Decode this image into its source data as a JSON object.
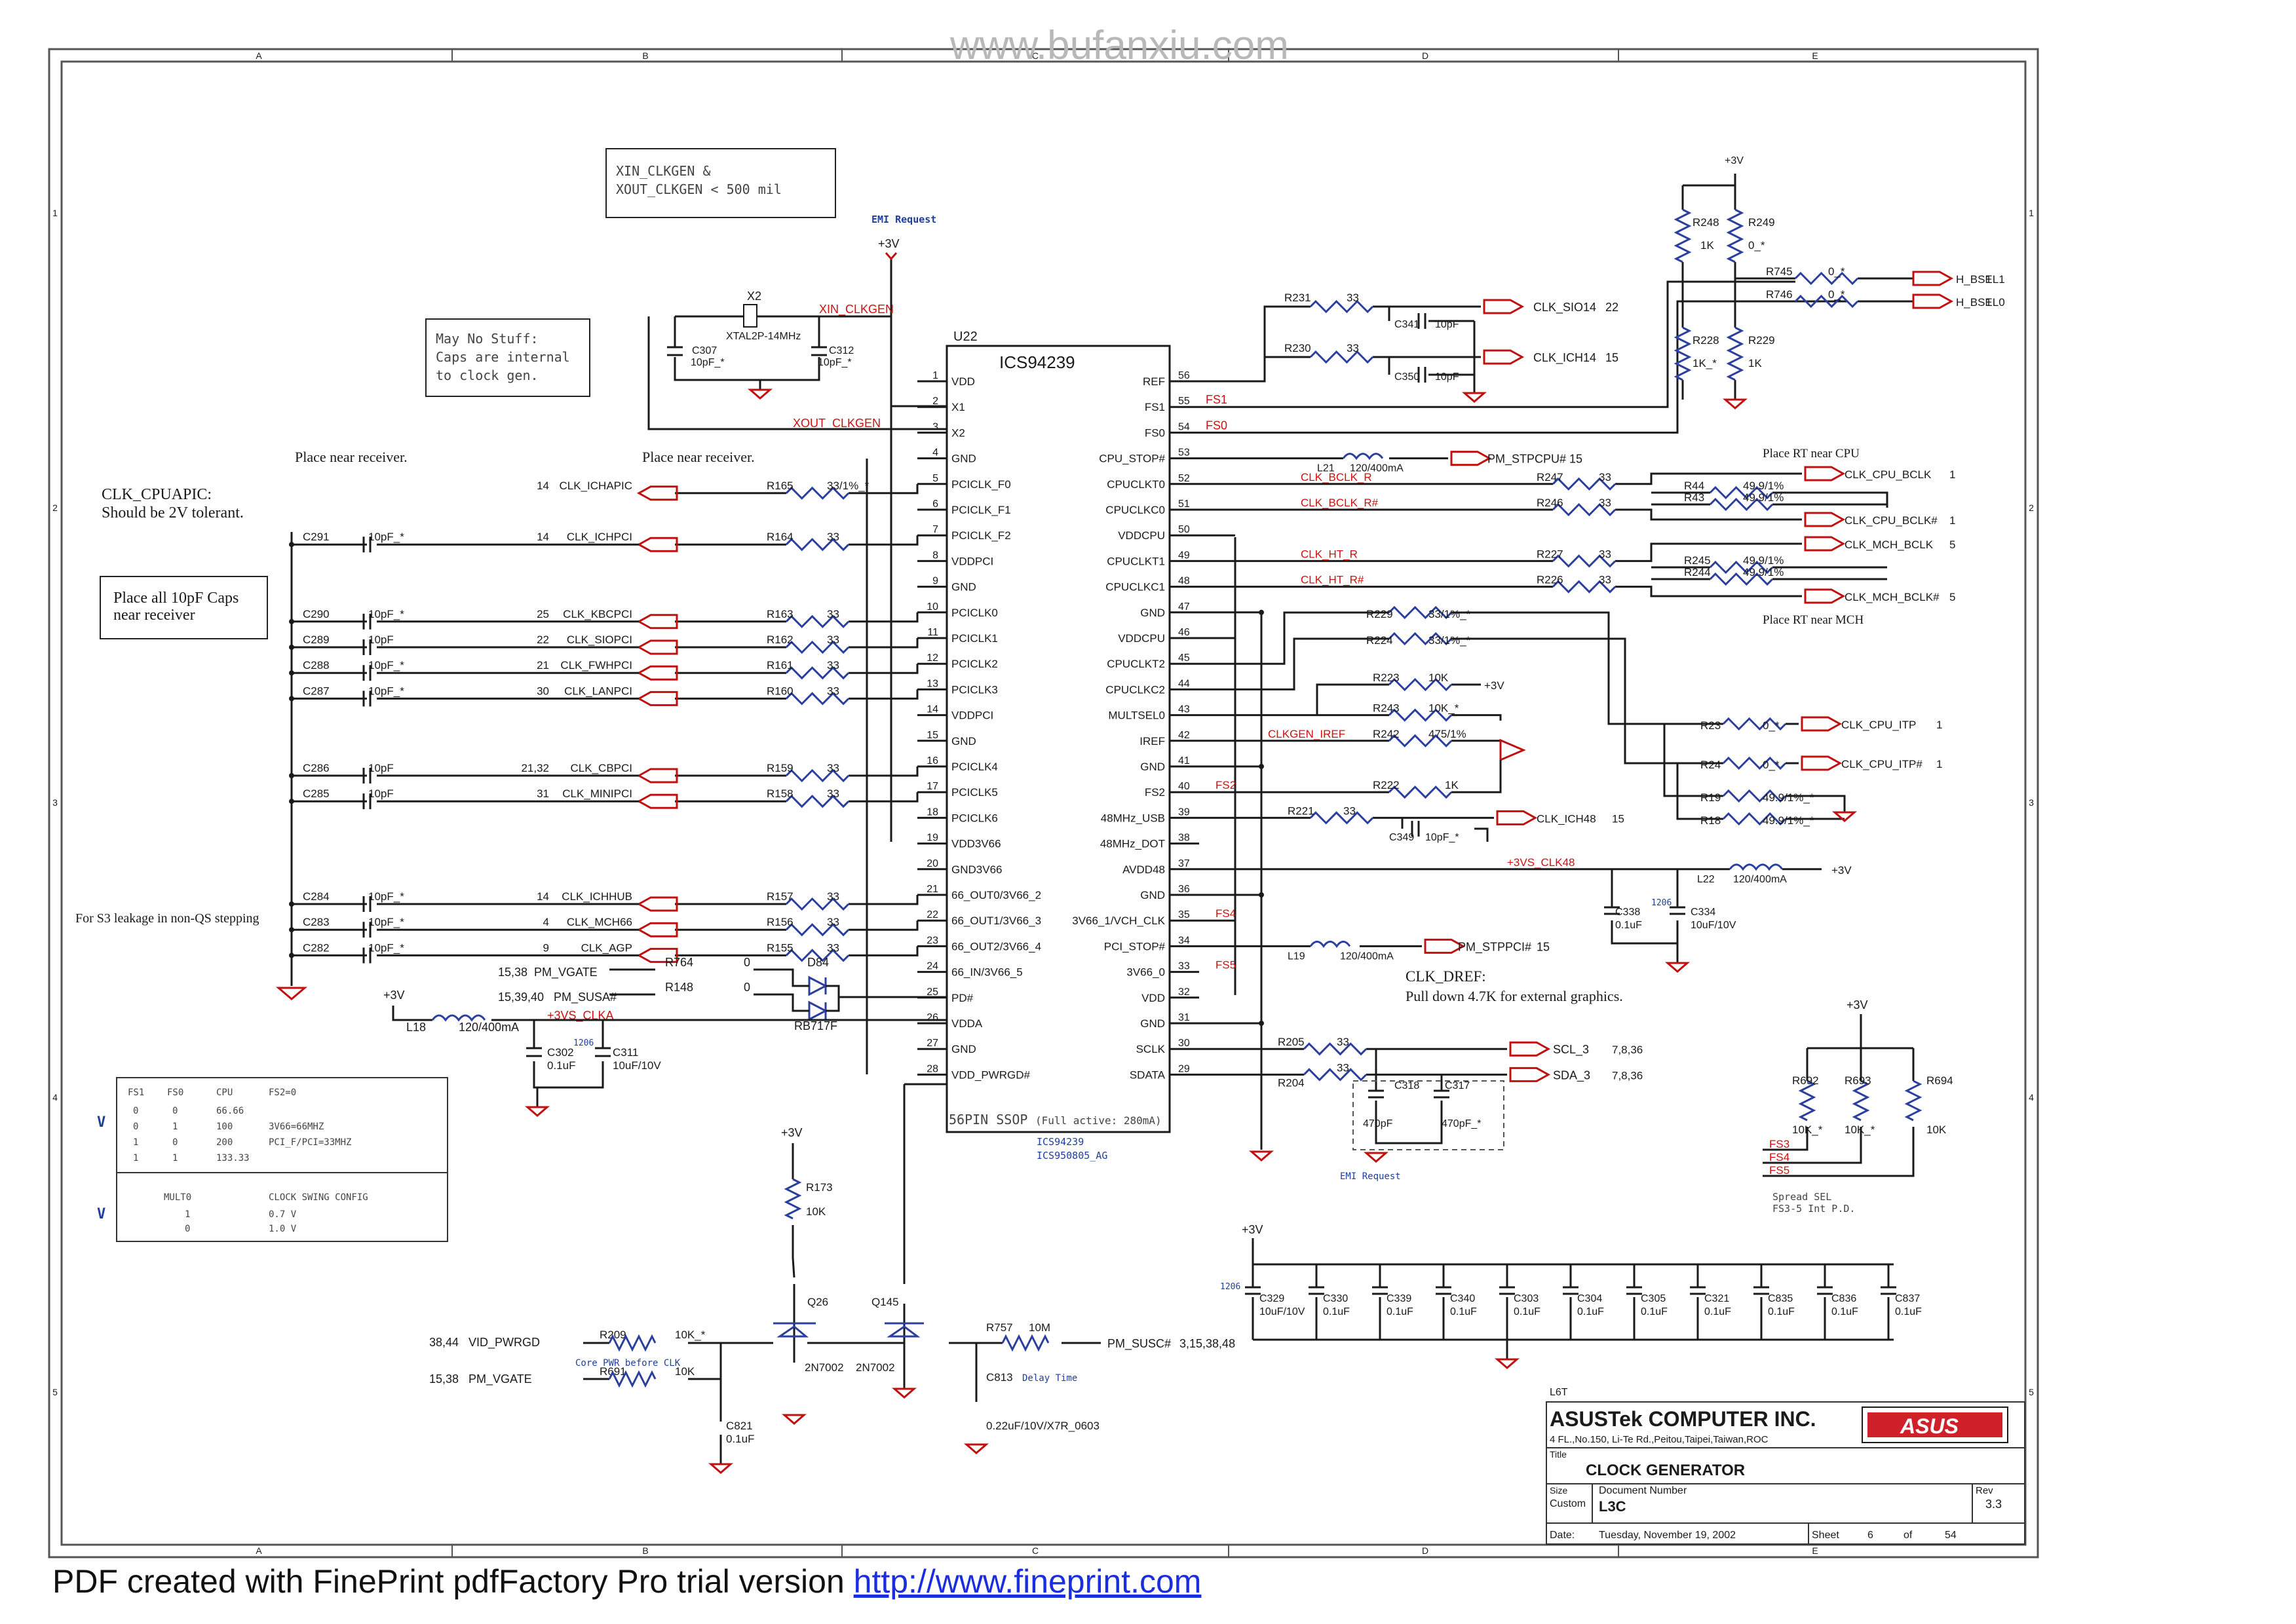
{
  "watermark": "www.bufanxiu.com",
  "border": {
    "cols": [
      "A",
      "B",
      "C",
      "D",
      "E"
    ],
    "rows": [
      "1",
      "2",
      "3",
      "4",
      "5"
    ]
  },
  "notes": {
    "xin_xout": [
      "XIN_CLKGEN &",
      "XOUT_CLKGEN < 500 mil"
    ],
    "may_no_stuff": [
      "May No Stuff:",
      "Caps are internal",
      "to clock gen."
    ],
    "place_near_receiver_1": "Place near receiver.",
    "place_near_receiver_2": "Place near receiver.",
    "clk_cpuapic": [
      "CLK_CPUAPIC:",
      "Should be 2V tolerant."
    ],
    "place_caps": [
      "Place all 10pF Caps",
      "near receiver"
    ],
    "s3_leakage": "For S3 leakage in non-QS stepping",
    "emi_request_top": "EMI Request",
    "emi_request_bottom": "EMI Request",
    "place_rt_cpu": "Place RT near CPU",
    "place_rt_mch": "Place RT near MCH",
    "clk_dref": [
      "CLK_DREF:",
      "Pull down 4.7K for external graphics."
    ],
    "spread_sel": [
      "Spread SEL",
      "FS3-5 Int P.D."
    ],
    "core_pwr": "Core PWR before CLK",
    "delay_time": "Delay Time",
    "full_active": "(Full active: 280mA)",
    "package": "56PIN SSOP",
    "alt_parts": [
      "ICS94239",
      "ICS950805_AG"
    ]
  },
  "chip": {
    "ref": "U22",
    "part": "ICS94239",
    "left_pins": [
      {
        "num": "1",
        "name": "VDD"
      },
      {
        "num": "2",
        "name": "X1"
      },
      {
        "num": "3",
        "name": "X2"
      },
      {
        "num": "4",
        "name": "GND"
      },
      {
        "num": "5",
        "name": "PCICLK_F0"
      },
      {
        "num": "6",
        "name": "PCICLK_F1"
      },
      {
        "num": "7",
        "name": "PCICLK_F2"
      },
      {
        "num": "8",
        "name": "VDDPCI"
      },
      {
        "num": "9",
        "name": "GND"
      },
      {
        "num": "10",
        "name": "PCICLK0"
      },
      {
        "num": "11",
        "name": "PCICLK1"
      },
      {
        "num": "12",
        "name": "PCICLK2"
      },
      {
        "num": "13",
        "name": "PCICLK3"
      },
      {
        "num": "14",
        "name": "VDDPCI"
      },
      {
        "num": "15",
        "name": "GND"
      },
      {
        "num": "16",
        "name": "PCICLK4"
      },
      {
        "num": "17",
        "name": "PCICLK5"
      },
      {
        "num": "18",
        "name": "PCICLK6"
      },
      {
        "num": "19",
        "name": "VDD3V66"
      },
      {
        "num": "20",
        "name": "GND3V66"
      },
      {
        "num": "21",
        "name": "66_OUT0/3V66_2"
      },
      {
        "num": "22",
        "name": "66_OUT1/3V66_3"
      },
      {
        "num": "23",
        "name": "66_OUT2/3V66_4"
      },
      {
        "num": "24",
        "name": "66_IN/3V66_5"
      },
      {
        "num": "25",
        "name": "PD#"
      },
      {
        "num": "26",
        "name": "VDDA"
      },
      {
        "num": "27",
        "name": "GND"
      },
      {
        "num": "28",
        "name": "VDD_PWRGD#"
      }
    ],
    "right_pins": [
      {
        "num": "56",
        "name": "REF"
      },
      {
        "num": "55",
        "name": "FS1"
      },
      {
        "num": "54",
        "name": "FS0"
      },
      {
        "num": "53",
        "name": "CPU_STOP#"
      },
      {
        "num": "52",
        "name": "CPUCLKT0"
      },
      {
        "num": "51",
        "name": "CPUCLKC0"
      },
      {
        "num": "50",
        "name": "VDDCPU"
      },
      {
        "num": "49",
        "name": "CPUCLKT1"
      },
      {
        "num": "48",
        "name": "CPUCLKC1"
      },
      {
        "num": "47",
        "name": "GND"
      },
      {
        "num": "46",
        "name": "VDDCPU"
      },
      {
        "num": "45",
        "name": "CPUCLKT2"
      },
      {
        "num": "44",
        "name": "CPUCLKC2"
      },
      {
        "num": "43",
        "name": "MULTSEL0"
      },
      {
        "num": "42",
        "name": "IREF"
      },
      {
        "num": "41",
        "name": "GND"
      },
      {
        "num": "40",
        "name": "FS2"
      },
      {
        "num": "39",
        "name": "48MHz_USB"
      },
      {
        "num": "38",
        "name": "48MHz_DOT"
      },
      {
        "num": "37",
        "name": "AVDD48"
      },
      {
        "num": "36",
        "name": "GND"
      },
      {
        "num": "35",
        "name": "3V66_1/VCH_CLK"
      },
      {
        "num": "34",
        "name": "PCI_STOP#"
      },
      {
        "num": "33",
        "name": "3V66_0"
      },
      {
        "num": "32",
        "name": "VDD"
      },
      {
        "num": "31",
        "name": "GND"
      },
      {
        "num": "30",
        "name": "SCLK"
      },
      {
        "num": "29",
        "name": "SDATA"
      }
    ]
  },
  "left_nets": [
    {
      "pin": "5",
      "res": "R165",
      "val": "33/1%_*",
      "net": "CLK_ICHAPIC",
      "page": "14",
      "cap": "",
      "capval": ""
    },
    {
      "pin": "7",
      "res": "R164",
      "val": "33",
      "net": "CLK_ICHPCI",
      "page": "14",
      "cap": "C291",
      "capval": "10pF_*"
    },
    {
      "pin": "10",
      "res": "R163",
      "val": "33",
      "net": "CLK_KBCPCI",
      "page": "25",
      "cap": "C290",
      "capval": "10pF_*"
    },
    {
      "pin": "11",
      "res": "R162",
      "val": "33",
      "net": "CLK_SIOPCI",
      "page": "22",
      "cap": "C289",
      "capval": "10pF"
    },
    {
      "pin": "12",
      "res": "R161",
      "val": "33",
      "net": "CLK_FWHPCI",
      "page": "21",
      "cap": "C288",
      "capval": "10pF_*"
    },
    {
      "pin": "13",
      "res": "R160",
      "val": "33",
      "net": "CLK_LANPCI",
      "page": "30",
      "cap": "C287",
      "capval": "10pF_*"
    },
    {
      "pin": "16",
      "res": "R159",
      "val": "33",
      "net": "CLK_CBPCI",
      "page": "21,32",
      "cap": "C286",
      "capval": "10pF"
    },
    {
      "pin": "17",
      "res": "R158",
      "val": "33",
      "net": "CLK_MINIPCI",
      "page": "31",
      "cap": "C285",
      "capval": "10pF"
    },
    {
      "pin": "21",
      "res": "R157",
      "val": "33",
      "net": "CLK_ICHHUB",
      "page": "14",
      "cap": "C284",
      "capval": "10pF_*"
    },
    {
      "pin": "22",
      "res": "R156",
      "val": "33",
      "net": "CLK_MCH66",
      "page": "4",
      "cap": "C283",
      "capval": "10pF_*"
    },
    {
      "pin": "23",
      "res": "R155",
      "val": "33",
      "net": "CLK_AGP",
      "page": "9",
      "cap": "C282",
      "capval": "10pF_*"
    }
  ],
  "crystal": {
    "ref": "X2",
    "part": "XTAL2P-14MHz",
    "xin": "XIN_CLKGEN",
    "xout": "XOUT_CLKGEN",
    "c1": "C307",
    "c1v": "10pF_*",
    "c2": "C312",
    "c2v": "10pF_*"
  },
  "pd_section": {
    "vgate_page": "15,38",
    "vgate": "PM_VGATE",
    "r764": "R764",
    "r764v": "0",
    "susa_page": "15,39,40",
    "susa": "PM_SUSA#",
    "r148": "R148",
    "r148v": "0",
    "diode": "D84",
    "diode_part": "RB717F",
    "l18": "L18",
    "l18v": "120/400mA",
    "vdda_net": "+3VS_CLKA",
    "c302": "C302",
    "c302v": "0.1uF",
    "c311": "C311",
    "c311v": "10uF/10V",
    "size": "1206"
  },
  "right_nets": {
    "r231": "R231",
    "r231v": "33",
    "c341": "C341",
    "c341v": "10pF",
    "clk_sio14": "CLK_SIO14",
    "sio14_page": "22",
    "r230": "R230",
    "r230v": "33",
    "c350": "C350",
    "c350v": "10pF",
    "clk_ich14": "CLK_ICH14",
    "ich14_page": "15",
    "fs1": "FS1",
    "fs0": "FS0",
    "l21": "L21",
    "l21v": "120/400mA",
    "pm_stpcpu": "PM_STPCPU#",
    "stpcpu_page": "15",
    "clk_bclk_r": "CLK_BCLK_R",
    "clk_bclk_rn": "CLK_BCLK_R#",
    "r247": "R247",
    "r247v": "33",
    "r246": "R246",
    "r246v": "33",
    "r44": "R44",
    "r44v": "49.9/1%",
    "r43": "R43",
    "r43v": "49.9/1%",
    "clk_cpu_bclk": "CLK_CPU_BCLK",
    "cpu_bclk_page": "1",
    "clk_cpu_bclkn": "CLK_CPU_BCLK#",
    "cpu_bclkn_page": "1",
    "clk_ht_r": "CLK_HT_R",
    "clk_ht_rn": "CLK_HT_R#",
    "r227": "R227",
    "r227v": "33",
    "r226": "R226",
    "r226v": "33",
    "r245": "R245",
    "r245v": "49.9/1%",
    "r244": "R244",
    "r244v": "49.9/1%",
    "clk_mch_bclk": "CLK_MCH_BCLK",
    "mch_bclk_page": "5",
    "clk_mch_bclkn": "CLK_MCH_BCLK#",
    "mch_bclkn_page": "5",
    "r229": "R229",
    "r229v": "33/1%_*",
    "r224": "R224",
    "r224v": "33/1%_*",
    "r223": "R223",
    "r223v": "10K",
    "plus3v": "+3V",
    "r243": "R243",
    "r243v": "10K_*",
    "clkgen_iref": "CLKGEN_IREF",
    "r242": "R242",
    "r242v": "475/1%",
    "r222": "R222",
    "r222v": "1K",
    "fs2": "FS2",
    "r221": "R221",
    "r221v": "33",
    "c349": "C349",
    "c349v": "10pF_*",
    "clk_ich48": "CLK_ICH48",
    "ich48_page": "15",
    "vs_clk48": "+3VS_CLK48",
    "l22": "L22",
    "l22v": "120/400mA",
    "c338": "C338",
    "c338v": "0.1uF",
    "c334": "C334",
    "c334v": "10uF/10V",
    "size": "1206",
    "fs4": "FS4",
    "l19": "L19",
    "l19v": "120/400mA",
    "pm_stppci": "PM_STPPCI#",
    "stppci_page": "15",
    "fs5": "FS5",
    "r205": "R205",
    "r205v": "33",
    "scl": "SCL_3",
    "scl_page": "7,8,36",
    "r204": "R204",
    "r204v": "33",
    "sda": "SDA_3",
    "sda_page": "7,8,36",
    "c318": "C318",
    "c318v": "470pF",
    "c317": "C317",
    "c317v": "470pF_*",
    "r23": "R23",
    "r23v": "0_*",
    "clk_cpu_itp": "CLK_CPU_ITP",
    "itp_page": "1",
    "r24": "R24",
    "r24v": "0_*",
    "clk_cpu_itpn": "CLK_CPU_ITP#",
    "itpn_page": "1",
    "r19": "R19",
    "r19v": "49.9/1%_*",
    "r18": "R18",
    "r18v": "49.9/1%_*"
  },
  "bsel": {
    "r248": "R248",
    "r248v": "1K",
    "r249": "R249",
    "r249v": "0_*",
    "r745": "R745",
    "r745v": "0_*",
    "hbsel1": "H_BSEL1",
    "hbsel1_page": "1",
    "r746": "R746",
    "r746v": "0_*",
    "hbsel0": "H_BSEL0",
    "hbsel0_page": "1",
    "r228": "R228",
    "r228v": "1K_*",
    "r229b": "R229",
    "r229bv": "1K"
  },
  "spread": {
    "r692": "R692",
    "r692v": "10K_*",
    "r693": "R693",
    "r693v": "10K_*",
    "r694": "R694",
    "r694v": "10K",
    "fs3": "FS3",
    "fs4": "FS4",
    "fs5": "FS5"
  },
  "pwrgd": {
    "r173": "R173",
    "r173v": "10K",
    "q26": "Q26",
    "q145": "Q145",
    "q_part": "2N7002",
    "vid": "VID_PWRGD",
    "vid_page": "38,44",
    "r209": "R209",
    "r209v": "10K_*",
    "vgate": "PM_VGATE",
    "vgate_page": "15,38",
    "r691": "R691",
    "r691v": "10K",
    "c821": "C821",
    "c821v": "0.1uF",
    "r757": "R757",
    "r757v": "10M",
    "pm_susc": "PM_SUSC#",
    "susc_page": "3,15,38,48",
    "c813": "C813",
    "c813v": "0.22uF/10V/X7R_0603"
  },
  "decaps": [
    {
      "ref": "C329",
      "val": "10uF/10V"
    },
    {
      "ref": "C330",
      "val": "0.1uF"
    },
    {
      "ref": "C339",
      "val": "0.1uF"
    },
    {
      "ref": "C340",
      "val": "0.1uF"
    },
    {
      "ref": "C303",
      "val": "0.1uF"
    },
    {
      "ref": "C304",
      "val": "0.1uF"
    },
    {
      "ref": "C305",
      "val": "0.1uF"
    },
    {
      "ref": "C321",
      "val": "0.1uF"
    },
    {
      "ref": "C835",
      "val": "0.1uF"
    },
    {
      "ref": "C836",
      "val": "0.1uF"
    },
    {
      "ref": "C837",
      "val": "0.1uF"
    }
  ],
  "fs_table": {
    "headers": [
      "FS1",
      "FS0",
      "CPU",
      "FS2=0"
    ],
    "rows": [
      [
        "0",
        "0",
        "66.66",
        ""
      ],
      [
        "0",
        "1",
        "100",
        "3V66=66MHZ"
      ],
      [
        "1",
        "0",
        "200",
        "PCI_F/PCI=33MHZ"
      ],
      [
        "1",
        "1",
        "133.33",
        ""
      ]
    ],
    "mark": "V"
  },
  "mult_table": {
    "headers": [
      "MULT0",
      "CLOCK SWING CONFIG"
    ],
    "rows": [
      [
        "1",
        "0.7 V"
      ],
      [
        "0",
        "1.0 V"
      ]
    ],
    "mark": "V"
  },
  "title_block": {
    "doc_id": "L6T",
    "company": "ASUSTek COMPUTER INC.",
    "address": "4 FL.,No.150, Li-Te Rd.,Peitou,Taipei,Taiwan,ROC",
    "title_label": "Title",
    "title": "CLOCK GENERATOR",
    "size_label": "Size",
    "size": "Custom",
    "docnum_label": "Document Number",
    "docnum": "L3C",
    "rev_label": "Rev",
    "rev": "3.3",
    "date_label": "Date:",
    "date": "Tuesday, November 19, 2002",
    "sheet_label": "Sheet",
    "sheet": "6",
    "of_label": "of",
    "of": "54",
    "logo": "ASUS"
  },
  "footer": {
    "text": "PDF created with FinePrint pdfFactory Pro trial version ",
    "link": "http://www.fineprint.com"
  },
  "power": {
    "plus3v": "+3V"
  },
  "colors": {
    "wire": "#1a1a1a",
    "net_red": "#d01010",
    "note_blue": "#1f3f9e",
    "logo_red": "#d0202a"
  }
}
